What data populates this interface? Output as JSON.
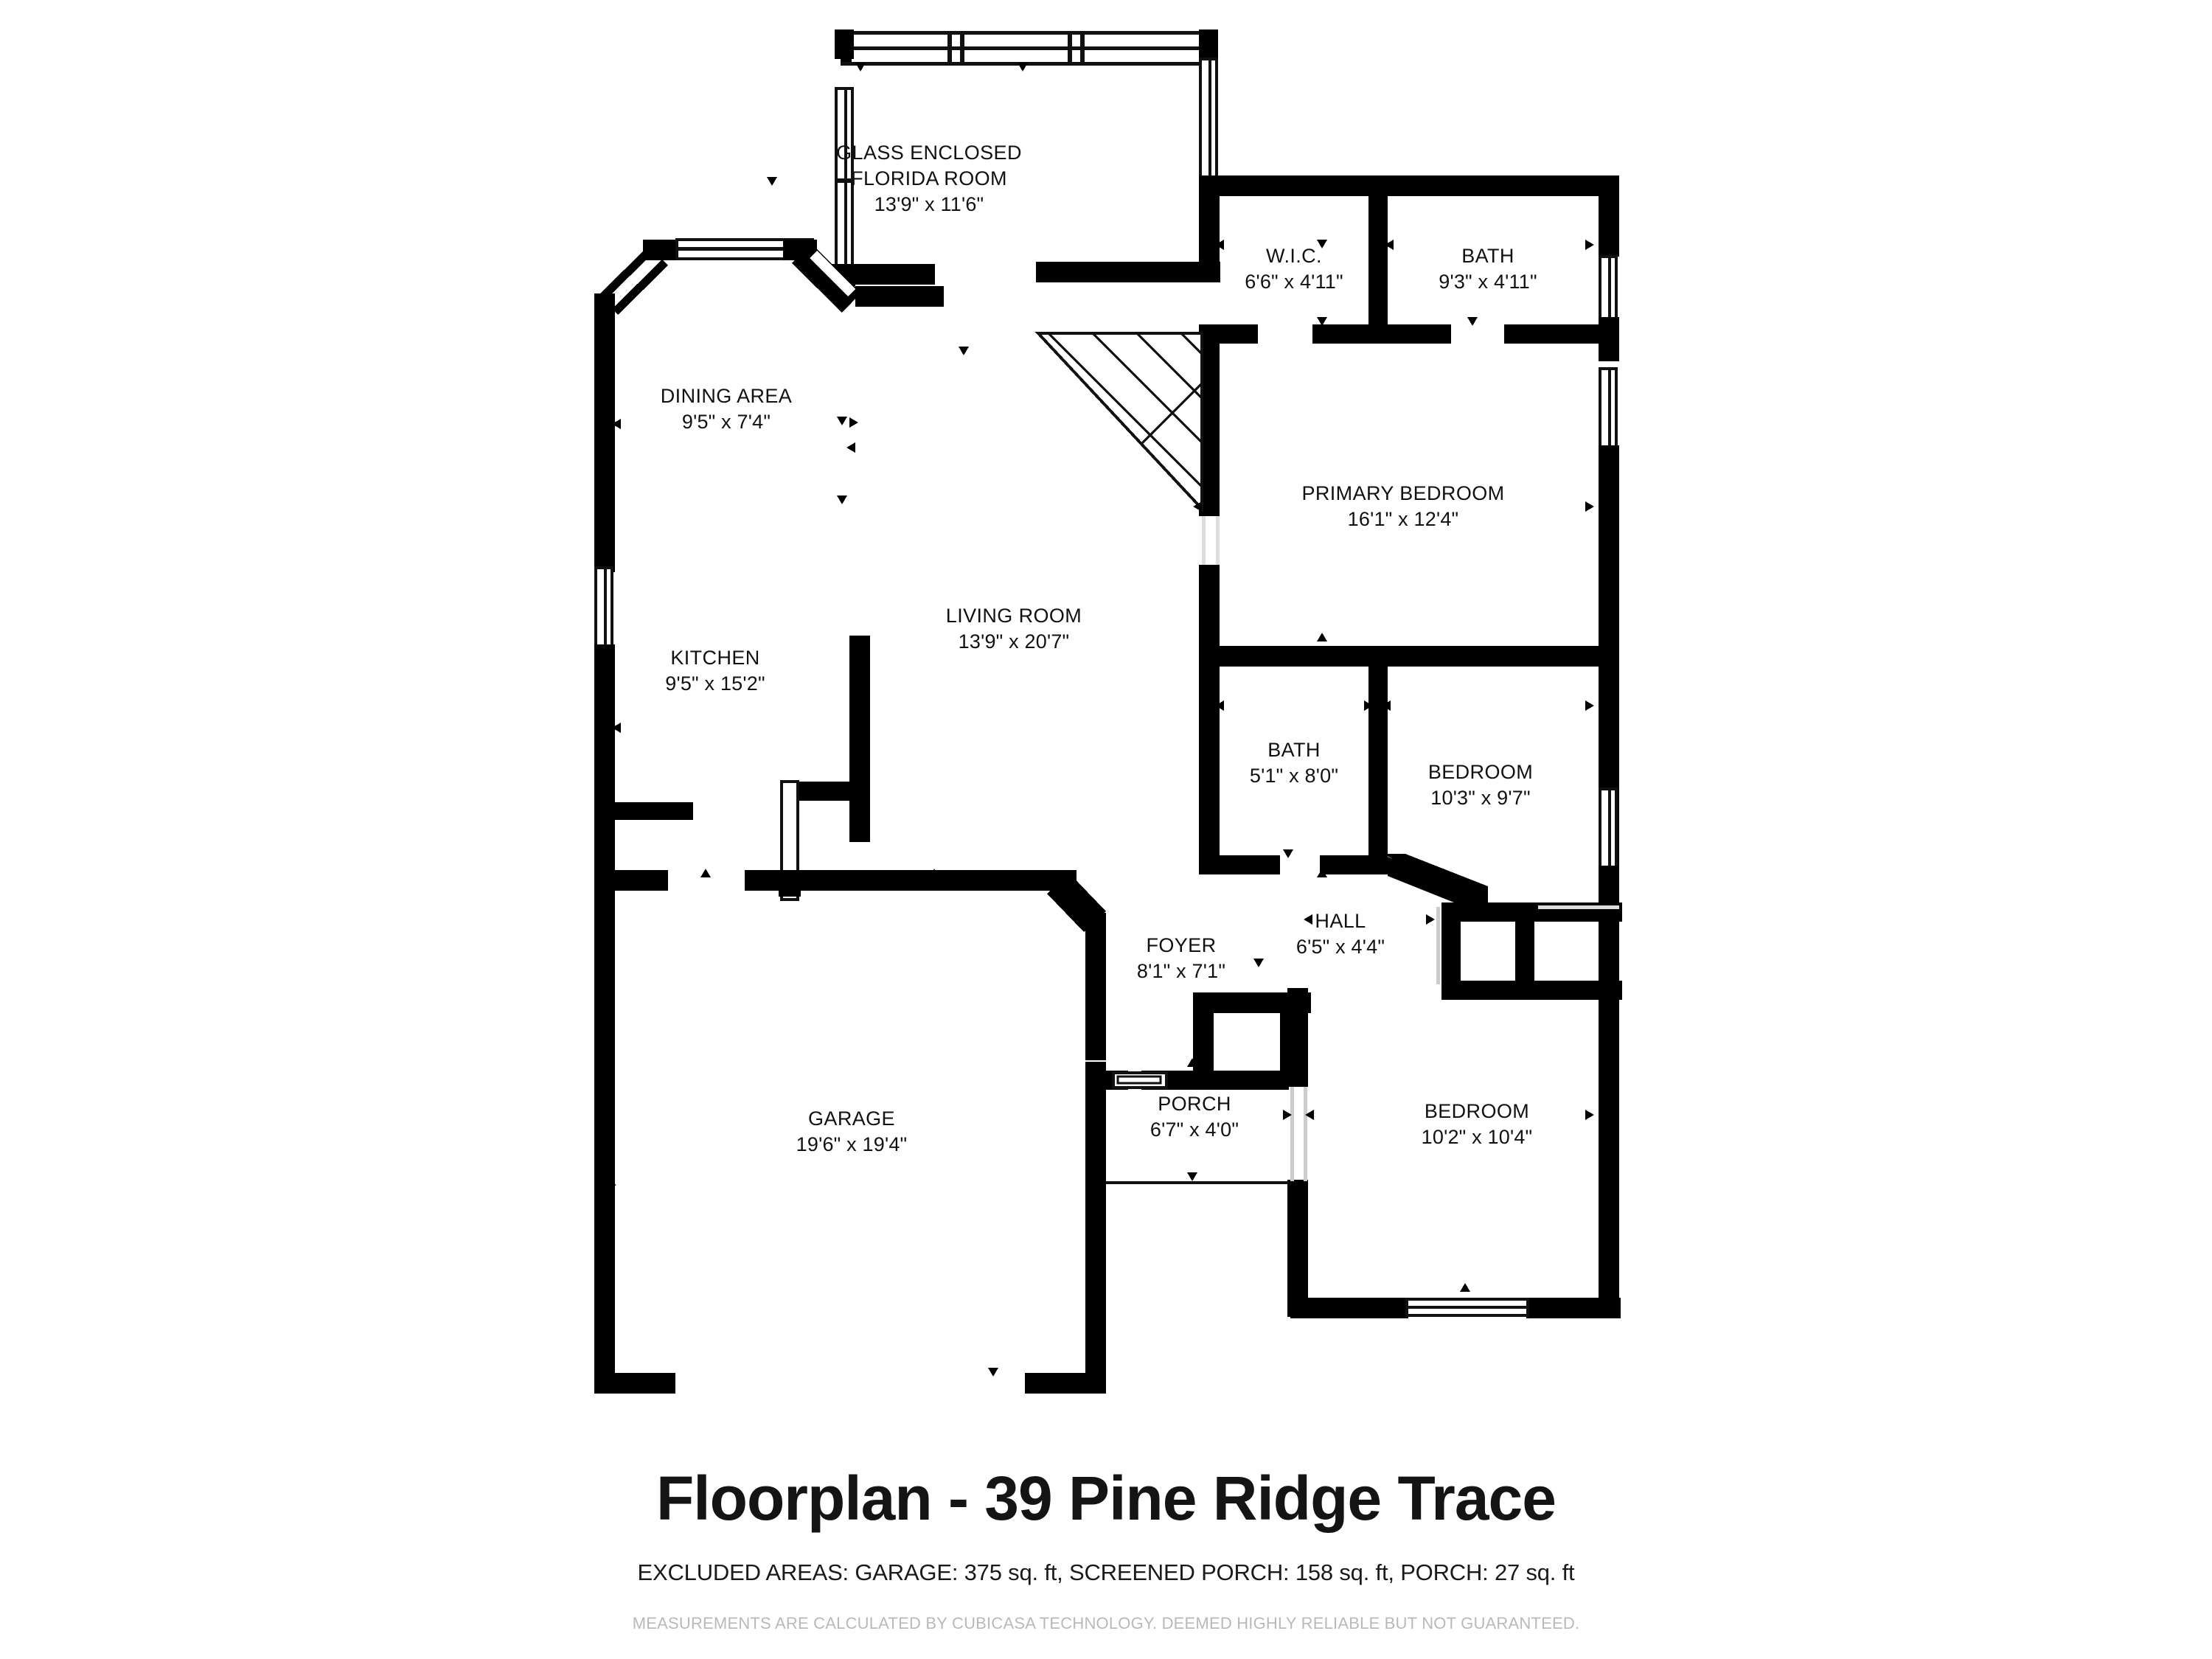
{
  "title": "Floorplan - 39 Pine Ridge Trace",
  "excluded_areas": "EXCLUDED AREAS: GARAGE: 375 sq. ft, SCREENED PORCH: 158 sq. ft, PORCH: 27 sq. ft",
  "disclaimer": "MEASUREMENTS ARE CALCULATED BY CUBICASA TECHNOLOGY. DEEMED HIGHLY RELIABLE BUT NOT GUARANTEED.",
  "colors": {
    "wall": "#000000",
    "background": "#ffffff",
    "label_text": "#111111",
    "disclaimer_text": "#b9b9b9"
  },
  "rooms": [
    {
      "id": "florida-room",
      "name": "GLASS ENCLOSED",
      "name2": "FLORIDA ROOM",
      "dim": "13'9\" x 11'6\""
    },
    {
      "id": "wic",
      "name": "W.I.C.",
      "dim": "6'6\" x 4'11\""
    },
    {
      "id": "bath-primary",
      "name": "BATH",
      "dim": "9'3\" x 4'11\""
    },
    {
      "id": "primary-bedroom",
      "name": "PRIMARY BEDROOM",
      "dim": "16'1\" x 12'4\""
    },
    {
      "id": "dining-area",
      "name": "DINING AREA",
      "dim": "9'5\" x 7'4\""
    },
    {
      "id": "living-room",
      "name": "LIVING ROOM",
      "dim": "13'9\" x 20'7\""
    },
    {
      "id": "kitchen",
      "name": "KITCHEN",
      "dim": "9'5\" x 15'2\""
    },
    {
      "id": "bath-hall",
      "name": "BATH",
      "dim": "5'1\" x 8'0\""
    },
    {
      "id": "bedroom-2",
      "name": "BEDROOM",
      "dim": "10'3\" x 9'7\""
    },
    {
      "id": "hall",
      "name": "HALL",
      "dim": "6'5\" x 4'4\""
    },
    {
      "id": "foyer",
      "name": "FOYER",
      "dim": "8'1\" x 7'1\""
    },
    {
      "id": "porch",
      "name": "PORCH",
      "dim": "6'7\" x 4'0\""
    },
    {
      "id": "bedroom-3",
      "name": "BEDROOM",
      "dim": "10'2\" x 10'4\""
    },
    {
      "id": "garage",
      "name": "GARAGE",
      "dim": "19'6\" x 19'4\""
    }
  ]
}
